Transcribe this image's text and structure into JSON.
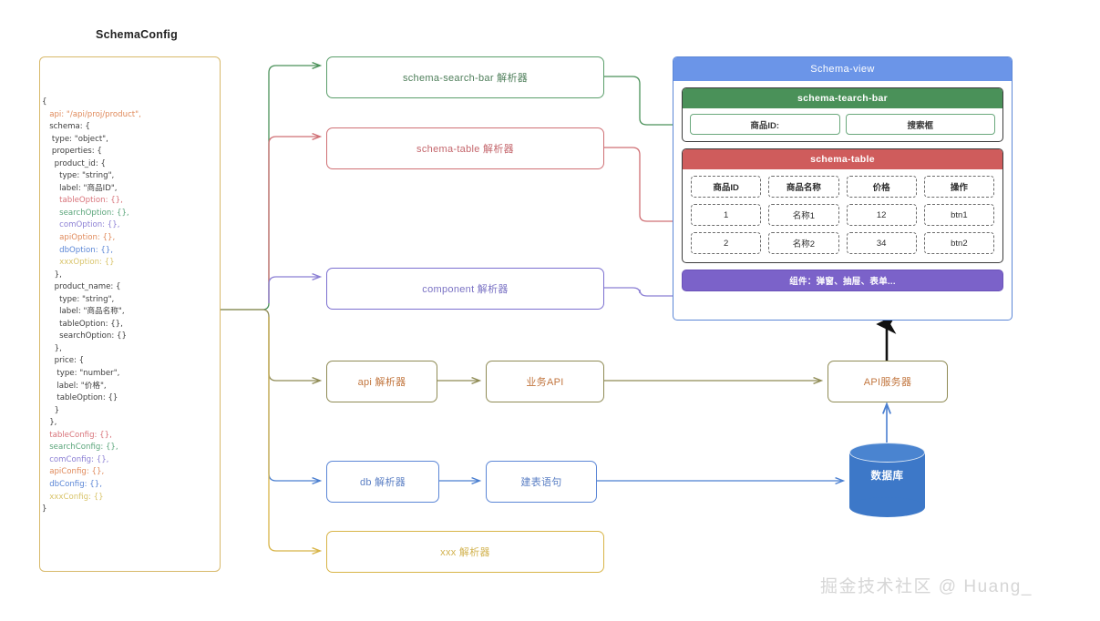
{
  "title": "SchemaConfig",
  "watermark": "掘金技术社区 @ Huang_",
  "json_config": {
    "lines": [
      {
        "text": "{",
        "color": "plain"
      },
      {
        "text": "   api: \"/api/proj/product\",",
        "color": "api"
      },
      {
        "text": "   schema: {",
        "color": "plain"
      },
      {
        "text": "    type: \"object\",",
        "color": "plain"
      },
      {
        "text": "    properties: {",
        "color": "plain"
      },
      {
        "text": "     product_id: {",
        "color": "plain"
      },
      {
        "text": "       type: \"string\",",
        "color": "plain"
      },
      {
        "text": "       label: \"商品ID\",",
        "color": "plain"
      },
      {
        "text": "       tableOption: {},",
        "color": "table"
      },
      {
        "text": "       searchOption: {},",
        "color": "search"
      },
      {
        "text": "       comOption: {},",
        "color": "com"
      },
      {
        "text": "       apiOption: {},",
        "color": "api"
      },
      {
        "text": "       dbOption: {},",
        "color": "db"
      },
      {
        "text": "       xxxOption: {}",
        "color": "xxx"
      },
      {
        "text": "     },",
        "color": "plain"
      },
      {
        "text": "     product_name: {",
        "color": "plain"
      },
      {
        "text": "       type: \"string\",",
        "color": "plain"
      },
      {
        "text": "       label: \"商品名称\",",
        "color": "plain"
      },
      {
        "text": "       tableOption: {},",
        "color": "plain"
      },
      {
        "text": "       searchOption: {}",
        "color": "plain"
      },
      {
        "text": "     },",
        "color": "plain"
      },
      {
        "text": "     price: {",
        "color": "plain"
      },
      {
        "text": "      type: \"number\",",
        "color": "plain"
      },
      {
        "text": "      label: \"价格\",",
        "color": "plain"
      },
      {
        "text": "      tableOption: {}",
        "color": "plain"
      },
      {
        "text": "     }",
        "color": "plain"
      },
      {
        "text": "   },",
        "color": "plain"
      },
      {
        "text": "   tableConfig: {},",
        "color": "table"
      },
      {
        "text": "   searchConfig: {},",
        "color": "search"
      },
      {
        "text": "   comConfig: {},",
        "color": "com"
      },
      {
        "text": "   apiConfig: {},",
        "color": "api"
      },
      {
        "text": "   dbConfig: {},",
        "color": "db"
      },
      {
        "text": "   xxxConfig: {}",
        "color": "xxx"
      },
      {
        "text": "}",
        "color": "plain"
      }
    ]
  },
  "parsers": {
    "search_bar": "schema-search-bar 解析器",
    "table": "schema-table 解析器",
    "component": "component 解析器",
    "api": "api 解析器",
    "biz_api": "业务API",
    "db": "db 解析器",
    "sql": "建表语句",
    "xxx": "xxx 解析器",
    "api_server": "API服务器"
  },
  "schema_view": {
    "title": "Schema-view",
    "search_bar": {
      "header": "schema-tearch-bar",
      "fields": [
        "商品ID:",
        "搜索框"
      ]
    },
    "table": {
      "header": "schema-table",
      "columns": [
        "商品ID",
        "商品名称",
        "价格",
        "操作"
      ],
      "rows": [
        [
          "1",
          "名称1",
          "12",
          "btn1"
        ],
        [
          "2",
          "名称2",
          "34",
          "btn2"
        ]
      ]
    },
    "component_bar": "组件：弹窗、抽屉、表单..."
  },
  "database": {
    "label": "数据库"
  },
  "colors": {
    "json_border": "#d8b96a",
    "green": "#4a9159",
    "red": "#cf5c5c",
    "purple": "#7b62c9",
    "blue": "#5b86d6",
    "olive": "#8f8b55",
    "gold": "#d8b447",
    "schema_view_header": "#6b95e8",
    "db_fill": "#3d78c8"
  }
}
